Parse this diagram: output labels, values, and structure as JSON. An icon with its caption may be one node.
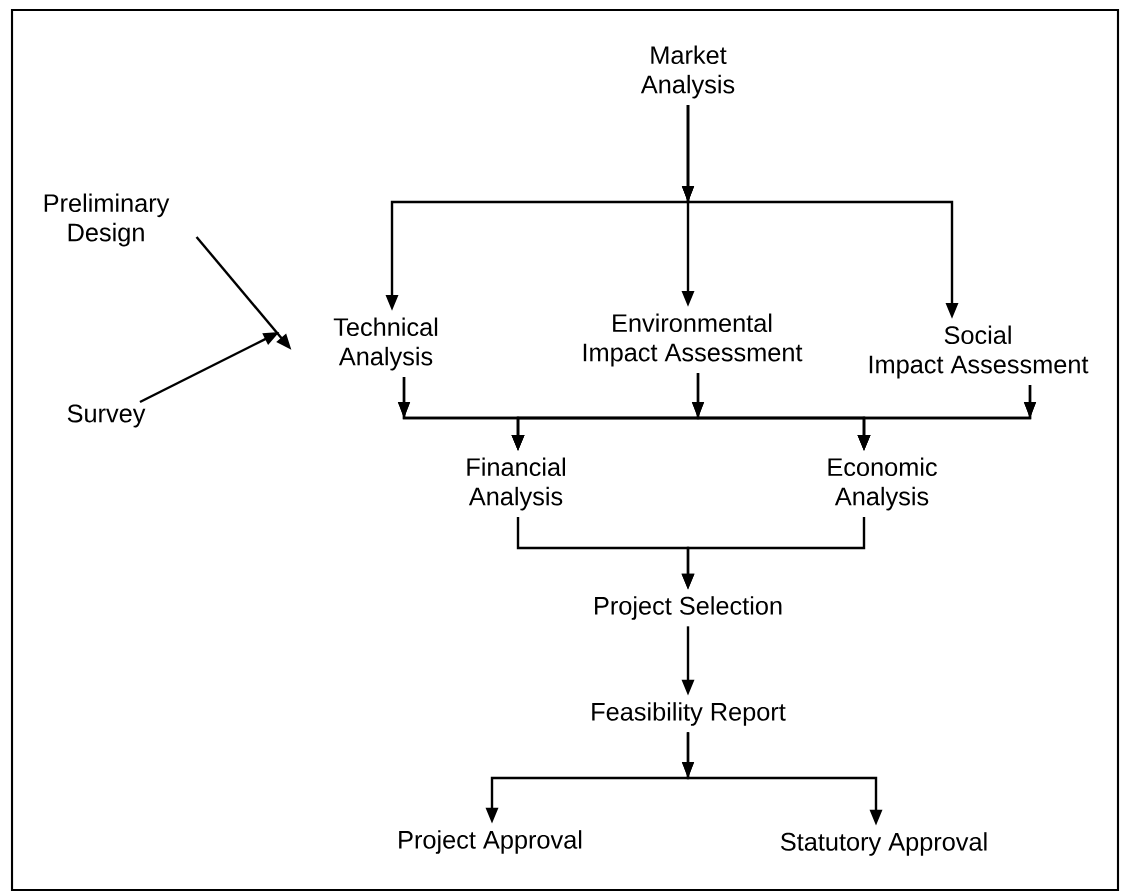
{
  "diagram": {
    "nodes": [
      {
        "text": [
          "Market Analysis"
        ]
      },
      {
        "text": [
          "Preliminary Design"
        ]
      },
      {
        "text": [
          "Technical Analysis"
        ]
      },
      {
        "text": [
          "Environmental Impact Assessment"
        ]
      },
      {
        "text": [
          "Social Impact Assessment"
        ]
      },
      {
        "text": [
          "Survey"
        ]
      },
      {
        "text": [
          "Financial Analysis"
        ]
      },
      {
        "text": [
          "Economic Analysis"
        ]
      },
      {
        "text": [
          "Project Selection"
        ]
      },
      {
        "text": [
          "Feasibility Report"
        ]
      },
      {
        "text": [
          "Project Approval"
        ]
      },
      {
        "text": [
          "Statutory Approval"
        ]
      }
    ],
    "edges": [
      {
        "from": 0,
        "to": 2,
        "arrow": "to"
      },
      {
        "from": 0,
        "to": 3,
        "arrow": "to"
      },
      {
        "from": 0,
        "to": 4,
        "arrow": "to"
      },
      {
        "from": 1,
        "to": 2,
        "arrow": "to"
      },
      {
        "from": 5,
        "to": 2,
        "arrow": "to"
      },
      {
        "from": 2,
        "to": 6,
        "arrow": "to"
      },
      {
        "from": 2,
        "to": 7,
        "arrow": "to"
      },
      {
        "from": 3,
        "to": 6,
        "arrow": "to"
      },
      {
        "from": 3,
        "to": 7,
        "arrow": "to"
      },
      {
        "from": 4,
        "to": 6,
        "arrow": "to"
      },
      {
        "from": 4,
        "to": 7,
        "arrow": "to"
      },
      {
        "from": 6,
        "to": 8,
        "arrow": "to"
      },
      {
        "from": 7,
        "to": 8,
        "arrow": "to"
      },
      {
        "from": 8,
        "to": 9,
        "arrow": "to"
      },
      {
        "from": 9,
        "to": 10,
        "arrow": "to"
      },
      {
        "from": 9,
        "to": 11,
        "arrow": "to"
      }
    ]
  }
}
